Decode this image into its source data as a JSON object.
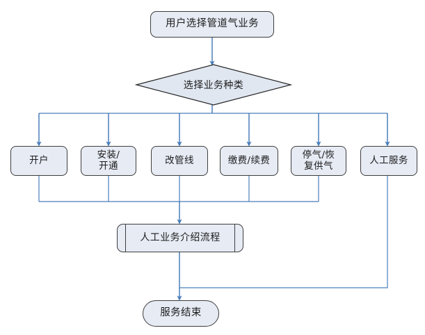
{
  "diagram": {
    "title_node": "用户选择管道气业务",
    "decision_node": "选择业务种类",
    "options": [
      {
        "label": "开户"
      },
      {
        "label": "安装/\n开通"
      },
      {
        "label": "改管线"
      },
      {
        "label": "缴费/续费"
      },
      {
        "label": "停气/恢\n复供气"
      },
      {
        "label": "人工服务"
      }
    ],
    "process_node": "人工业务介绍流程",
    "end_node": "服务结束",
    "colors": {
      "node_fill": "#e6ebf4",
      "node_stroke": "#3d3d3d",
      "connector": "#4a7ebb",
      "background": "#ffffff"
    }
  }
}
